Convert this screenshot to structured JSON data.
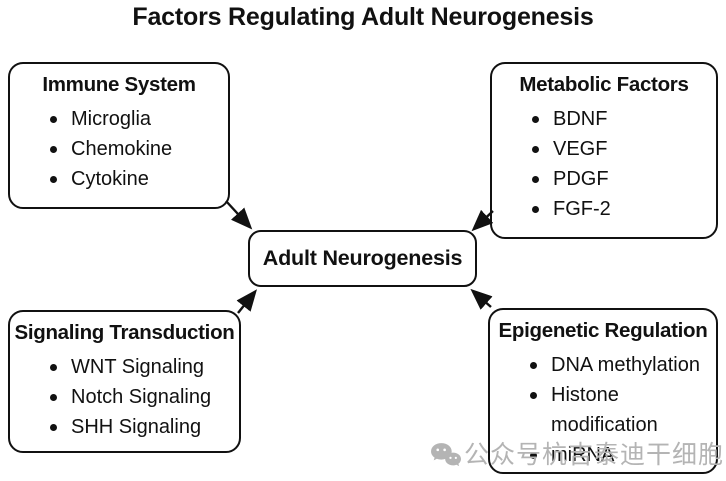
{
  "page_title": "Factors Regulating Adult Neurogenesis",
  "diagram": {
    "center_node": {
      "label": "Adult Neurogenesis"
    },
    "factor_boxes": [
      {
        "header": "Immune System",
        "items": [
          "Microglia",
          "Chemokine",
          "Cytokine"
        ]
      },
      {
        "header": "Metabolic Factors",
        "items": [
          "BDNF",
          "VEGF",
          "PDGF",
          "FGF-2"
        ]
      },
      {
        "header": "Signaling Transduction",
        "items": [
          "WNT Signaling",
          "Notch Signaling",
          "SHH Signaling"
        ]
      },
      {
        "header": "Epigenetic Regulation",
        "items": [
          "DNA methylation",
          "Histone modification",
          "miRNA"
        ]
      }
    ],
    "connections": [
      {
        "from": "immune-system",
        "to": "adult-neurogenesis"
      },
      {
        "from": "metabolic-factors",
        "to": "adult-neurogenesis"
      },
      {
        "from": "signaling-transduction",
        "to": "adult-neurogenesis"
      },
      {
        "from": "epigenetic-regulation",
        "to": "adult-neurogenesis"
      }
    ]
  },
  "watermark": {
    "icon": "wechat-icon",
    "text": "公众号杭吉泰迪干细胞",
    "color": "#b4b4b4"
  },
  "colors": {
    "background": "#ffffff",
    "border": "#111111",
    "text": "#111111",
    "arrow": "#111111"
  }
}
